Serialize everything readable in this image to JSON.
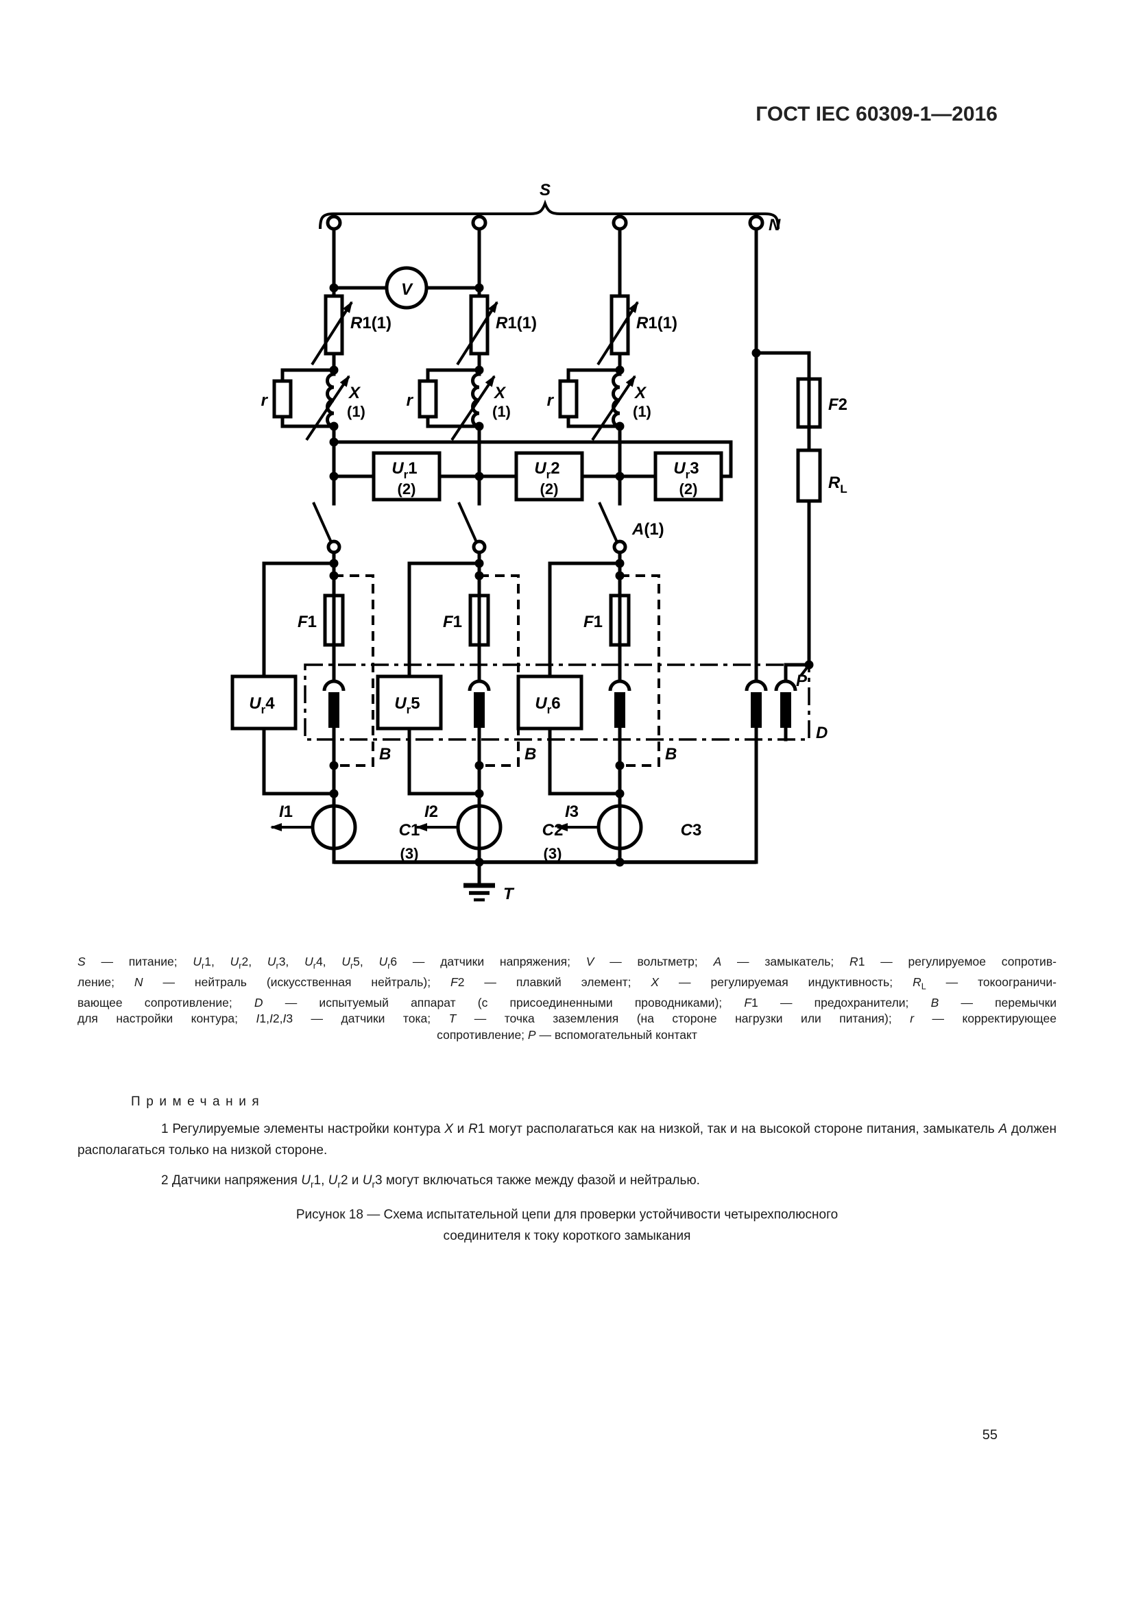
{
  "page": {
    "header": "ГОСТ IEC 60309-1—2016",
    "number": "55"
  },
  "diagram": {
    "supply": "S",
    "neutral": "N",
    "voltmeter": "V",
    "r1": {
      "sym": "R",
      "rest": "1(1)"
    },
    "x": {
      "sym": "X",
      "qty": "(1)"
    },
    "r_corr": "r",
    "f1": {
      "sym": "F",
      "rest": "1"
    },
    "f2": {
      "sym": "F",
      "rest": "2"
    },
    "rl": {
      "sym": "R",
      "sub": "L"
    },
    "switch_a": {
      "sym": "A",
      "rest": "(1)"
    },
    "jumper": "B",
    "aux": "P",
    "device": "D",
    "earth": "T",
    "ur_top": [
      {
        "sym": "U",
        "sub": "r",
        "num": "1",
        "qty": "(2)"
      },
      {
        "sym": "U",
        "sub": "r",
        "num": "2",
        "qty": "(2)"
      },
      {
        "sym": "U",
        "sub": "r",
        "num": "3",
        "qty": "(2)"
      }
    ],
    "ur_side": [
      {
        "sym": "U",
        "sub": "r",
        "num": "4"
      },
      {
        "sym": "U",
        "sub": "r",
        "num": "5"
      },
      {
        "sym": "U",
        "sub": "r",
        "num": "6"
      }
    ],
    "currents": [
      {
        "sym": "I",
        "rest": "1"
      },
      {
        "sym": "I",
        "rest": "2"
      },
      {
        "sym": "I",
        "rest": "3"
      }
    ],
    "circuits": [
      {
        "sym": "C",
        "rest": "1",
        "qty": "(3)"
      },
      {
        "sym": "C",
        "rest": "2",
        "qty": "(3)"
      },
      {
        "sym": "C",
        "rest": "3",
        "qty": ""
      }
    ]
  },
  "legend": {
    "lines": [
      "*S* — питание; *U*~r~1, *U*~r~2, *U*~r~3, *U*~r~4, *U*~r~5, *U*~r~6 — датчики напряжения; *V* — вольтметр; *A* — замыкатель; *R*1 — регулируемое сопротив-",
      "ление; *N* — нейтраль (искусственная нейтраль); *F*2 — плавкий элемент; *X* — регулируемая индуктивность; *R*~L~ — токоограничи-",
      "вающее сопротивление; *D* — испытуемый аппарат (с присоединенными проводниками); *F*1 — предохранители; *B* — перемычки",
      "для настройки контура; *I*1,*I*2,*I*3 — датчики тока; *T* — точка заземления (на стороне нагрузки или питания); *r* — корректирующее",
      "сопротивление; *P* — вспомогательный контакт"
    ]
  },
  "notes": {
    "heading": "Примечания",
    "items": [
      "1 Регулируемые элементы настройки контура *X* и *R*1 могут располагаться как на низкой, так и на высокой стороне питания, замыкатель *A* должен располагаться только на низкой стороне.",
      "2 Датчики напряжения *U*~r~1, *U*~r~2 и *U*~r~3 могут включаться также между фазой и нейтралью."
    ]
  },
  "caption": {
    "line1": "Рисунок 18 — Схема испытательной цепи для проверки устойчивости четырехполюсного",
    "line2": "соединителя к току короткого замыкания"
  }
}
